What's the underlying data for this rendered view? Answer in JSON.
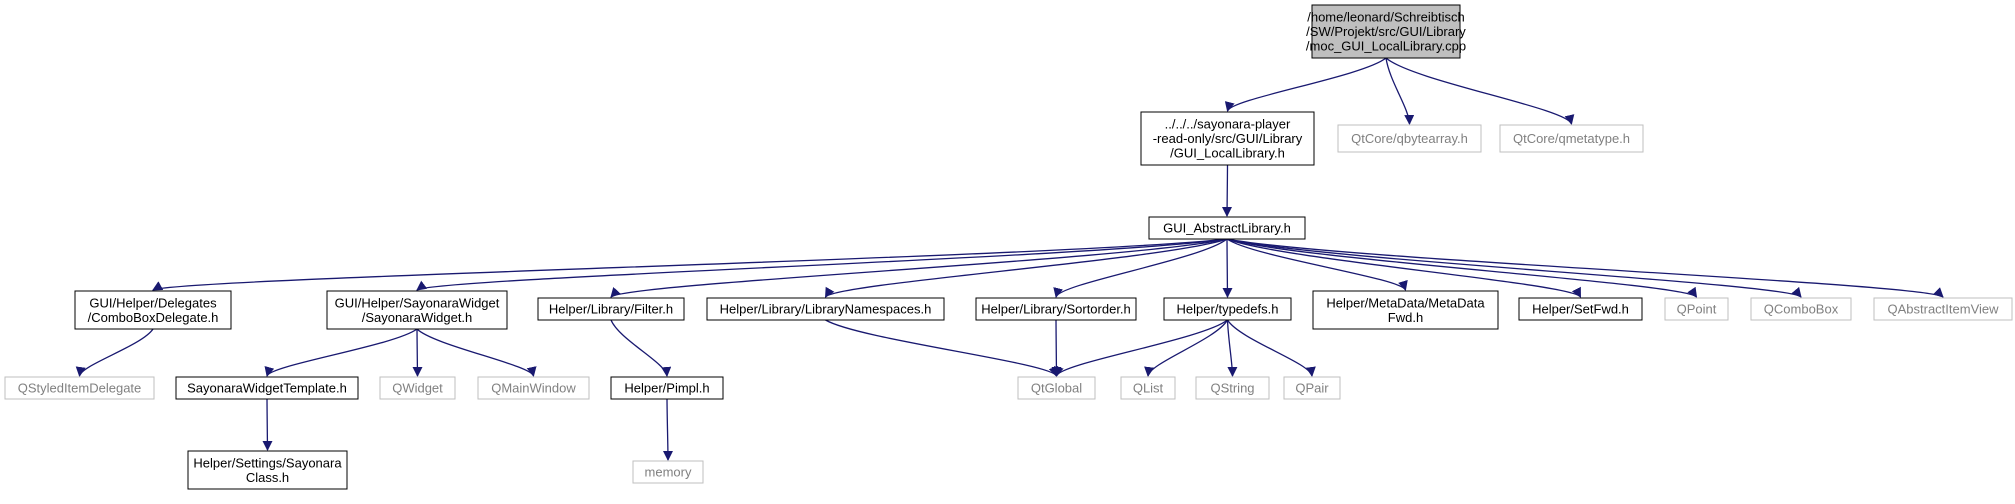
{
  "diagram": {
    "type": "include-dependency-graph",
    "colors": {
      "edge": "#191970",
      "root_fill": "#bfbfbf",
      "node_border": "#000000",
      "external_border": "#bfbfbf",
      "external_text": "#808080",
      "text": "#000000"
    },
    "nodes": [
      {
        "id": "moc",
        "kind": "root",
        "lines": [
          "/home/leonard/Schreibtisch",
          "/SW/Projekt/src/GUI/Library",
          "/moc_GUI_LocalLibrary.cpp"
        ]
      },
      {
        "id": "gui_local",
        "kind": "file",
        "lines": [
          "../../../sayonara-player",
          "-read-only/src/GUI/Library",
          "/GUI_LocalLibrary.h"
        ]
      },
      {
        "id": "qbytearray",
        "kind": "external",
        "lines": [
          "QtCore/qbytearray.h"
        ]
      },
      {
        "id": "qmetatype",
        "kind": "external",
        "lines": [
          "QtCore/qmetatype.h"
        ]
      },
      {
        "id": "gui_abstract",
        "kind": "file",
        "lines": [
          "GUI_AbstractLibrary.h"
        ]
      },
      {
        "id": "combobox_delegate",
        "kind": "file",
        "lines": [
          "GUI/Helper/Delegates",
          "/ComboBoxDelegate.h"
        ]
      },
      {
        "id": "sayonara_widget",
        "kind": "file",
        "lines": [
          "GUI/Helper/SayonaraWidget",
          "/SayonaraWidget.h"
        ]
      },
      {
        "id": "filter",
        "kind": "file",
        "lines": [
          "Helper/Library/Filter.h"
        ]
      },
      {
        "id": "lib_ns",
        "kind": "file",
        "lines": [
          "Helper/Library/LibraryNamespaces.h"
        ]
      },
      {
        "id": "sortorder",
        "kind": "file",
        "lines": [
          "Helper/Library/Sortorder.h"
        ]
      },
      {
        "id": "typedefs",
        "kind": "file",
        "lines": [
          "Helper/typedefs.h"
        ]
      },
      {
        "id": "metadata_fwd",
        "kind": "file",
        "lines": [
          "Helper/MetaData/MetaData",
          "Fwd.h"
        ]
      },
      {
        "id": "setfwd",
        "kind": "file",
        "lines": [
          "Helper/SetFwd.h"
        ]
      },
      {
        "id": "qpoint",
        "kind": "external",
        "lines": [
          "QPoint"
        ]
      },
      {
        "id": "qcombobox",
        "kind": "external",
        "lines": [
          "QComboBox"
        ]
      },
      {
        "id": "qabstractitemview",
        "kind": "external",
        "lines": [
          "QAbstractItemView"
        ]
      },
      {
        "id": "qstyleditemdelegate",
        "kind": "external",
        "lines": [
          "QStyledItemDelegate"
        ]
      },
      {
        "id": "sw_template",
        "kind": "file",
        "lines": [
          "SayonaraWidgetTemplate.h"
        ]
      },
      {
        "id": "qwidget",
        "kind": "external",
        "lines": [
          "QWidget"
        ]
      },
      {
        "id": "qmainwindow",
        "kind": "external",
        "lines": [
          "QMainWindow"
        ]
      },
      {
        "id": "pimpl",
        "kind": "file",
        "lines": [
          "Helper/Pimpl.h"
        ]
      },
      {
        "id": "qtglobal",
        "kind": "external",
        "lines": [
          "QtGlobal"
        ]
      },
      {
        "id": "qlist",
        "kind": "external",
        "lines": [
          "QList"
        ]
      },
      {
        "id": "qstring",
        "kind": "external",
        "lines": [
          "QString"
        ]
      },
      {
        "id": "qpair",
        "kind": "external",
        "lines": [
          "QPair"
        ]
      },
      {
        "id": "settings_class",
        "kind": "file",
        "lines": [
          "Helper/Settings/Sayonara",
          "Class.h"
        ]
      },
      {
        "id": "memory",
        "kind": "external",
        "lines": [
          "memory"
        ]
      }
    ],
    "edges": [
      [
        "moc",
        "gui_local"
      ],
      [
        "moc",
        "qbytearray"
      ],
      [
        "moc",
        "qmetatype"
      ],
      [
        "gui_local",
        "gui_abstract"
      ],
      [
        "gui_abstract",
        "combobox_delegate"
      ],
      [
        "gui_abstract",
        "sayonara_widget"
      ],
      [
        "gui_abstract",
        "filter"
      ],
      [
        "gui_abstract",
        "lib_ns"
      ],
      [
        "gui_abstract",
        "sortorder"
      ],
      [
        "gui_abstract",
        "typedefs"
      ],
      [
        "gui_abstract",
        "metadata_fwd"
      ],
      [
        "gui_abstract",
        "setfwd"
      ],
      [
        "gui_abstract",
        "qpoint"
      ],
      [
        "gui_abstract",
        "qcombobox"
      ],
      [
        "gui_abstract",
        "qabstractitemview"
      ],
      [
        "combobox_delegate",
        "qstyleditemdelegate"
      ],
      [
        "sayonara_widget",
        "sw_template"
      ],
      [
        "sayonara_widget",
        "qwidget"
      ],
      [
        "sayonara_widget",
        "qmainwindow"
      ],
      [
        "sw_template",
        "settings_class"
      ],
      [
        "filter",
        "pimpl"
      ],
      [
        "pimpl",
        "memory"
      ],
      [
        "lib_ns",
        "qtglobal"
      ],
      [
        "sortorder",
        "qtglobal"
      ],
      [
        "typedefs",
        "qtglobal"
      ],
      [
        "typedefs",
        "qlist"
      ],
      [
        "typedefs",
        "qstring"
      ],
      [
        "typedefs",
        "qpair"
      ]
    ]
  }
}
